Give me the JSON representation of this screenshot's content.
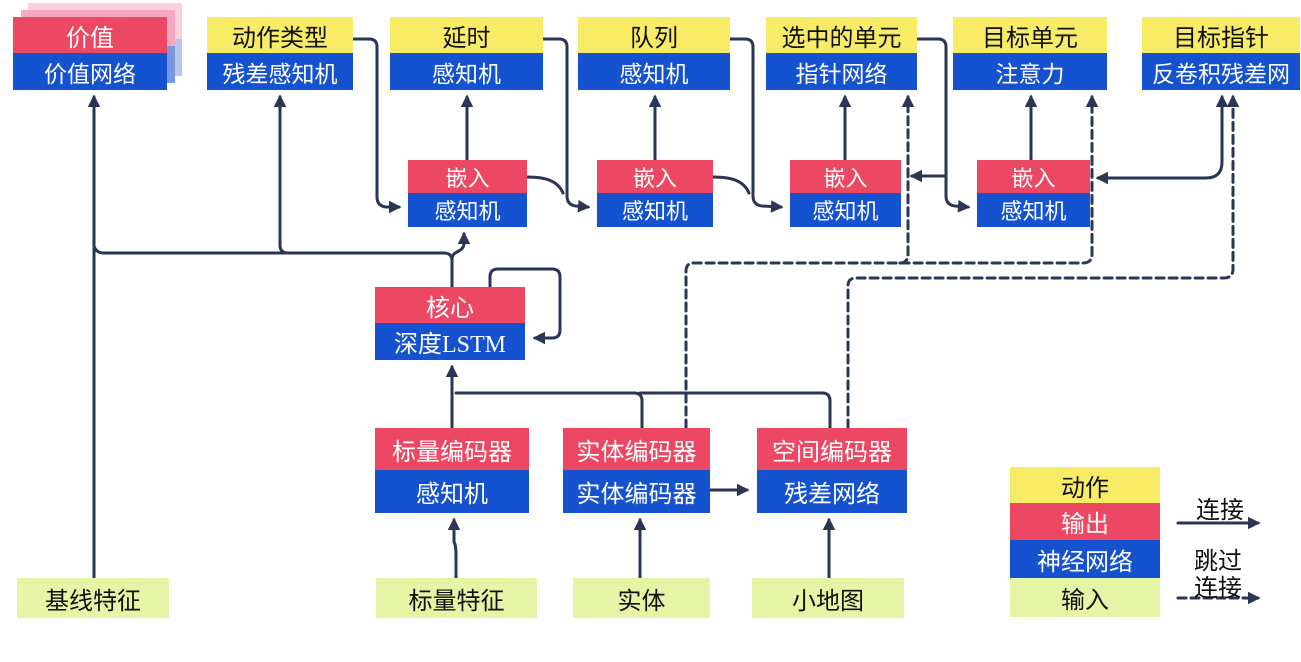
{
  "title_hint": "agent architecture flow diagram (Chinese)",
  "palette": {
    "action_yellow": "#F8EC66",
    "output_pink": "#EC4763",
    "network_blue": "#1552D0",
    "input_green": "#E5F4A5",
    "wire_navy": "#2B3655",
    "ghost_pink_near": "#F5A8C0",
    "ghost_blue_near": "#7B97E0",
    "ghost_pink_far": "#FAD2DF",
    "ghost_blue_far": "#B9C7EE"
  },
  "nodes": {
    "value": {
      "top": "价值",
      "bottom": "价值网络"
    },
    "action_type": {
      "top": "动作类型",
      "bottom": "残差感知机"
    },
    "delay": {
      "top": "延时",
      "bottom": "感知机"
    },
    "queue": {
      "top": "队列",
      "bottom": "感知机"
    },
    "selected_units": {
      "top": "选中的单元",
      "bottom": "指针网络"
    },
    "target_unit": {
      "top": "目标单元",
      "bottom": "注意力"
    },
    "target_point": {
      "top": "目标指针",
      "bottom": "反卷积残差网"
    },
    "embed1": {
      "top": "嵌入",
      "bottom": "感知机"
    },
    "embed2": {
      "top": "嵌入",
      "bottom": "感知机"
    },
    "embed3": {
      "top": "嵌入",
      "bottom": "感知机"
    },
    "embed4": {
      "top": "嵌入",
      "bottom": "感知机"
    },
    "core": {
      "top": "核心",
      "bottom": "深度LSTM"
    },
    "scalar_encoder": {
      "top": "标量编码器",
      "bottom": "感知机"
    },
    "entity_encoder": {
      "top": "实体编码器",
      "bottom": "实体编码器"
    },
    "spatial_encoder": {
      "top": "空间编码器",
      "bottom": "残差网络"
    },
    "baseline_features": {
      "label": "基线特征"
    },
    "scalar_features": {
      "label": "标量特征"
    },
    "entities": {
      "label": "实体"
    },
    "minimap": {
      "label": "小地图"
    }
  },
  "legend": {
    "action": "动作",
    "output": "输出",
    "network": "神经网络",
    "input": "输入",
    "connection": "连接",
    "skip_line1": "跳过",
    "skip_line2": "连接"
  },
  "edges": [
    {
      "from": "baseline_features",
      "to": "value",
      "style": "solid"
    },
    {
      "from": "core",
      "to": "value",
      "style": "solid"
    },
    {
      "from": "core",
      "to": "action_type",
      "style": "solid"
    },
    {
      "from": "core",
      "to": "embed1",
      "style": "solid"
    },
    {
      "from": "core",
      "to": "core",
      "style": "solid",
      "note": "self-loop"
    },
    {
      "from": "action_type",
      "to": "embed1",
      "style": "solid"
    },
    {
      "from": "embed1",
      "to": "delay",
      "style": "solid"
    },
    {
      "from": "embed1",
      "to": "embed2",
      "style": "solid"
    },
    {
      "from": "delay",
      "to": "embed2",
      "style": "solid"
    },
    {
      "from": "embed2",
      "to": "queue",
      "style": "solid"
    },
    {
      "from": "embed2",
      "to": "embed3",
      "style": "solid"
    },
    {
      "from": "queue",
      "to": "embed3",
      "style": "solid"
    },
    {
      "from": "embed3",
      "to": "selected_units",
      "style": "solid"
    },
    {
      "from": "selected_units",
      "to": "embed3",
      "style": "solid"
    },
    {
      "from": "selected_units",
      "to": "embed4",
      "style": "solid"
    },
    {
      "from": "embed4",
      "to": "target_unit",
      "style": "solid"
    },
    {
      "from": "embed4",
      "to": "target_point",
      "style": "solid",
      "note": "arrowheads at both ends"
    },
    {
      "from": "scalar_encoder",
      "to": "core",
      "style": "solid"
    },
    {
      "from": "entity_encoder",
      "to": "core",
      "style": "solid"
    },
    {
      "from": "spatial_encoder",
      "to": "core",
      "style": "solid"
    },
    {
      "from": "entity_encoder",
      "to": "spatial_encoder",
      "style": "solid"
    },
    {
      "from": "scalar_features",
      "to": "scalar_encoder",
      "style": "solid"
    },
    {
      "from": "entities",
      "to": "entity_encoder",
      "style": "solid"
    },
    {
      "from": "minimap",
      "to": "spatial_encoder",
      "style": "solid"
    },
    {
      "from": "entity_encoder",
      "to": "selected_units",
      "style": "dashed"
    },
    {
      "from": "entity_encoder",
      "to": "target_unit",
      "style": "dashed"
    },
    {
      "from": "spatial_encoder",
      "to": "target_point",
      "style": "dashed"
    }
  ]
}
